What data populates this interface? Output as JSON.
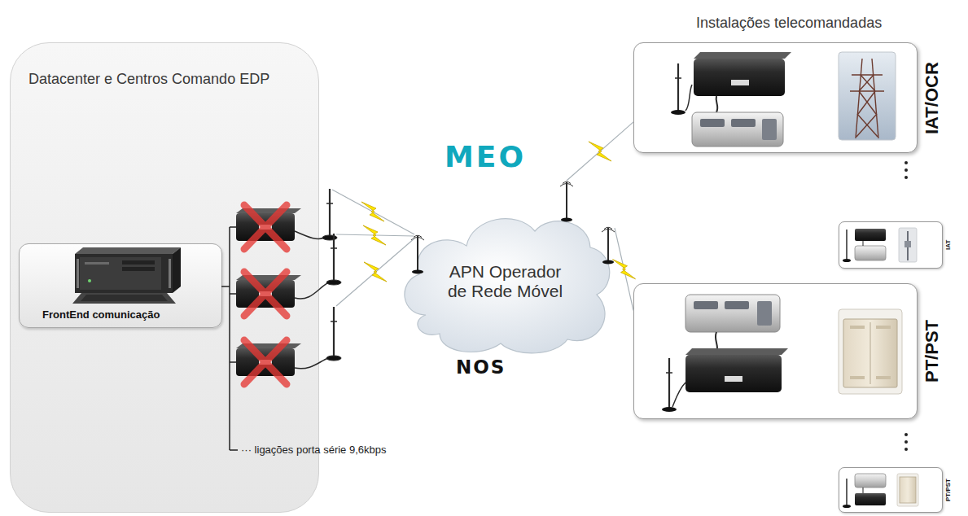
{
  "diagram": {
    "nodes": [
      {
        "text": [
          "Datacenter e Centros Comando EDP"
        ]
      },
      {
        "text": [
          "FrontEnd comunicação"
        ],
        "in": 0
      },
      {
        "text": [
          "APN Operador de Rede Móvel"
        ]
      },
      {
        "text": [
          "IAT/OCR"
        ]
      },
      {
        "text": [
          "IAT"
        ]
      },
      {
        "text": [
          "PT/PST"
        ]
      },
      {
        "text": [
          "PT/PST"
        ]
      }
    ],
    "edges": [
      {
        "from": 2,
        "to": 3,
        "arrow": "none"
      },
      {
        "from": 2,
        "to": 5,
        "arrow": "none"
      }
    ],
    "labels": [
      "Instalações telecomandadas",
      "··· ligações porta série 9,6kbps",
      "MEO",
      "NOS"
    ]
  }
}
